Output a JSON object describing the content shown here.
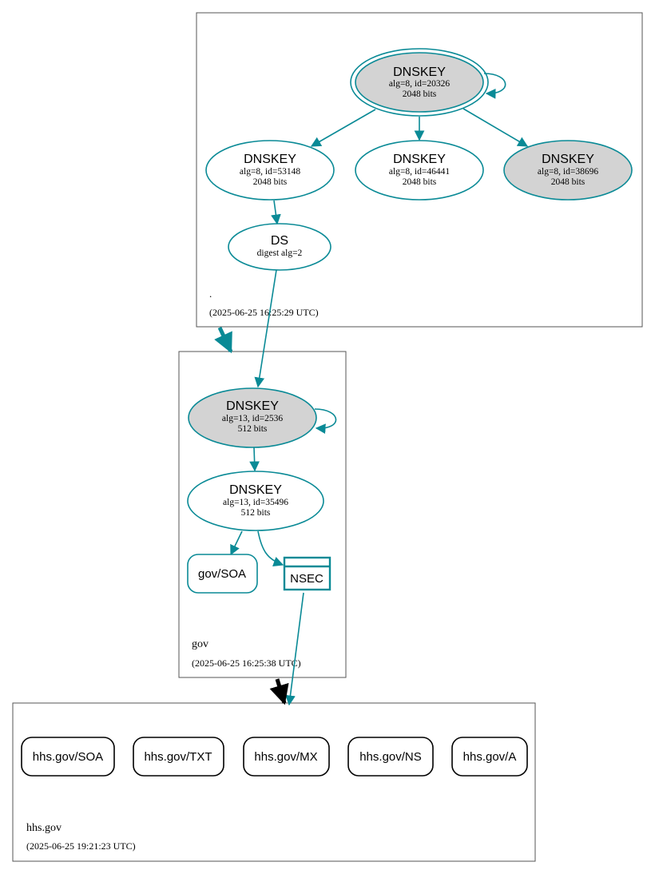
{
  "colors": {
    "edge": "#0a8a96",
    "node_fill_ksk": "#d3d3d3",
    "node_fill_plain": "#ffffff",
    "zone_border": "#555555",
    "insecure_edge": "#000000"
  },
  "zones": {
    "root": {
      "name": ".",
      "timestamp": "(2025-06-25 16:25:29 UTC)"
    },
    "gov": {
      "name": "gov",
      "timestamp": "(2025-06-25 16:25:38 UTC)"
    },
    "hhs": {
      "name": "hhs.gov",
      "timestamp": "(2025-06-25 19:21:23 UTC)"
    }
  },
  "nodes": {
    "root_ksk": {
      "type": "DNSKEY",
      "line1": "alg=8, id=20326",
      "line2": "2048 bits"
    },
    "root_zsk1": {
      "type": "DNSKEY",
      "line1": "alg=8, id=53148",
      "line2": "2048 bits"
    },
    "root_zsk2": {
      "type": "DNSKEY",
      "line1": "alg=8, id=46441",
      "line2": "2048 bits"
    },
    "root_zsk3": {
      "type": "DNSKEY",
      "line1": "alg=8, id=38696",
      "line2": "2048 bits"
    },
    "root_ds": {
      "type": "DS",
      "line1": "digest alg=2"
    },
    "gov_ksk": {
      "type": "DNSKEY",
      "line1": "alg=13, id=2536",
      "line2": "512 bits"
    },
    "gov_zsk": {
      "type": "DNSKEY",
      "line1": "alg=13, id=35496",
      "line2": "512 bits"
    },
    "gov_soa": {
      "label": "gov/SOA"
    },
    "gov_nsec": {
      "label": "NSEC"
    }
  },
  "records": [
    "hhs.gov/SOA",
    "hhs.gov/TXT",
    "hhs.gov/MX",
    "hhs.gov/NS",
    "hhs.gov/A"
  ]
}
